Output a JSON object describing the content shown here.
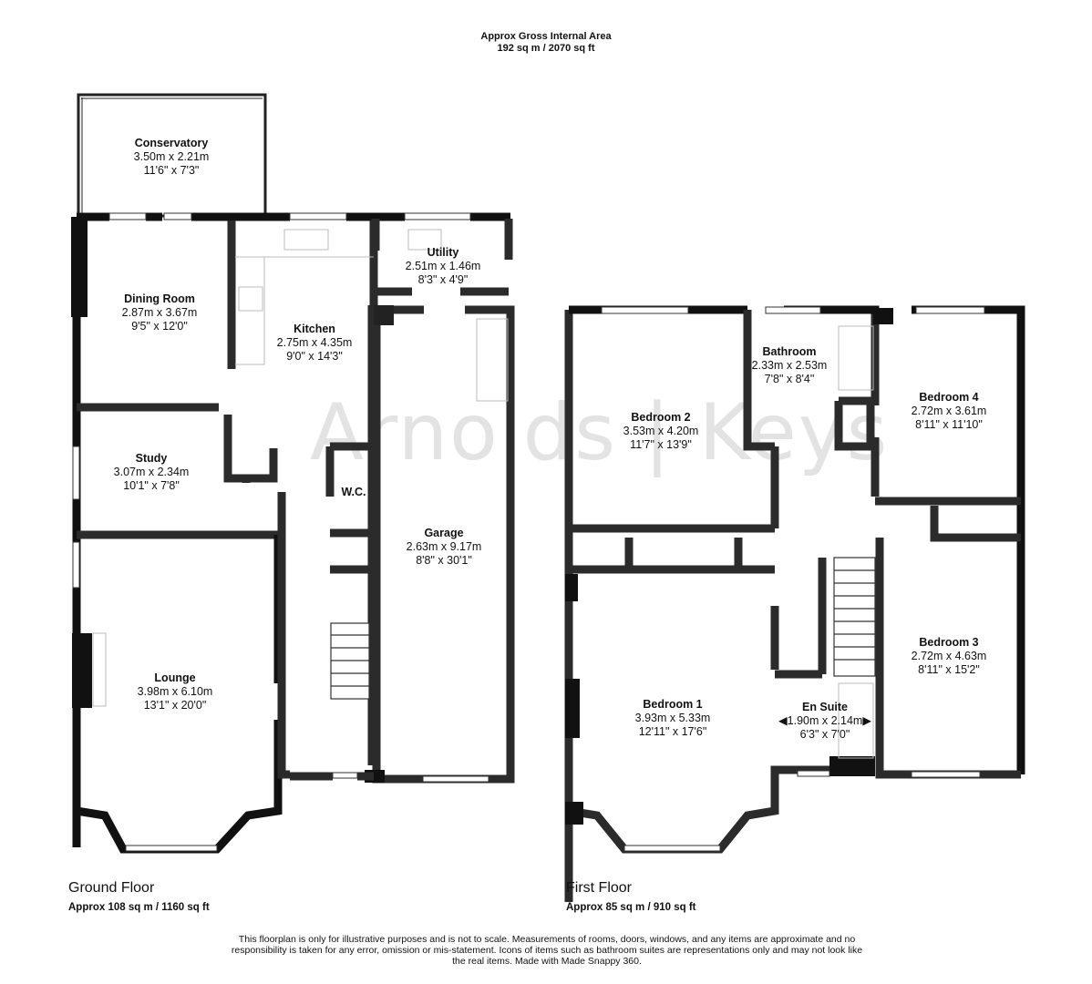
{
  "header": {
    "title": "Approx Gross Internal Area",
    "area": "192 sq m / 2070 sq ft"
  },
  "watermark": "Arnolds | Keys",
  "ground_floor": {
    "title": "Ground Floor",
    "area": "Approx 108 sq m / 1160 sq ft",
    "rooms": [
      {
        "name": "Conservatory",
        "metric": "3.50m x 2.21m",
        "imperial": "11'6\" x 7'3\""
      },
      {
        "name": "Dining Room",
        "metric": "2.87m x 3.67m",
        "imperial": "9'5\" x 12'0\""
      },
      {
        "name": "Kitchen",
        "metric": "2.75m x 4.35m",
        "imperial": "9'0\" x 14'3\""
      },
      {
        "name": "Utility",
        "metric": "2.51m x 1.46m",
        "imperial": "8'3\" x 4'9\""
      },
      {
        "name": "Study",
        "metric": "3.07m x 2.34m",
        "imperial": "10'1\" x 7'8\""
      },
      {
        "name": "W.C.",
        "metric": "",
        "imperial": ""
      },
      {
        "name": "Garage",
        "metric": "2.63m x 9.17m",
        "imperial": "8'8\" x 30'1\""
      },
      {
        "name": "Lounge",
        "metric": "3.98m x 6.10m",
        "imperial": "13'1\" x 20'0\""
      }
    ]
  },
  "first_floor": {
    "title": "First Floor",
    "area": "Approx 85 sq m / 910 sq ft",
    "rooms": [
      {
        "name": "Bedroom 2",
        "metric": "3.53m x 4.20m",
        "imperial": "11'7\" x 13'9\""
      },
      {
        "name": "Bathroom",
        "metric": "2.33m x 2.53m",
        "imperial": "7'8\" x 8'4\""
      },
      {
        "name": "Bedroom 4",
        "metric": "2.72m x 3.61m",
        "imperial": "8'11\" x 11'10\""
      },
      {
        "name": "Bedroom 3",
        "metric": "2.72m x 4.63m",
        "imperial": "8'11\" x 15'2\""
      },
      {
        "name": "Bedroom 1",
        "metric": "3.93m x 5.33m",
        "imperial": "12'11\" x 17'6\""
      },
      {
        "name": "En Suite",
        "metric": "◀1.90m x 2.14m▶",
        "imperial": "6'3\" x 7'0\""
      }
    ]
  },
  "disclaimer": "This floorplan is only for illustrative purposes and is not to scale. Measurements of rooms, doors, windows, and any items are approximate and no responsibility is taken for any error, omission or mis-statement. Icons of items such as bathroom suites are representations only and may not look like the real items. Made with Made Snappy 360."
}
